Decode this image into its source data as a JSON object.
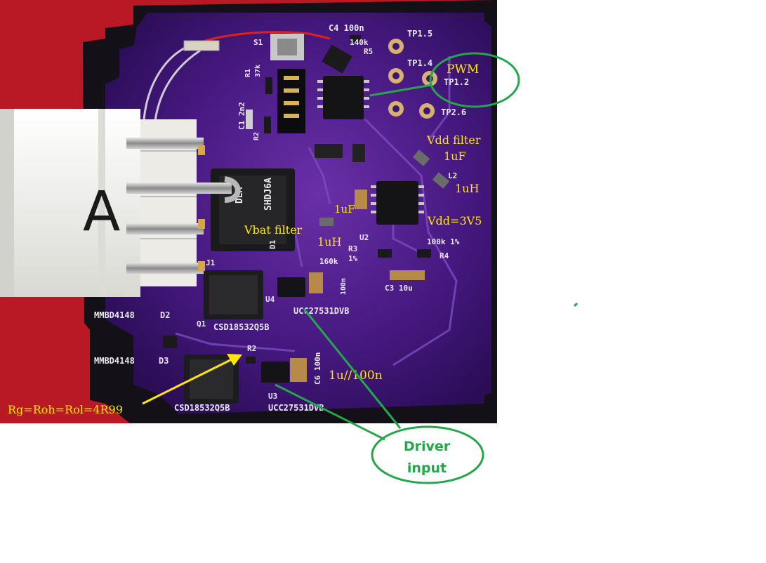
{
  "photo": {
    "connector_marking": "A",
    "silkscreen": {
      "c4": "C4 100n",
      "r_140k": "140k",
      "r5": "R5",
      "s1": "S1",
      "r1": "R1",
      "r1_val": "37k",
      "c1": "C1 2n2",
      "r2": "R2",
      "tp15": "TP1.5",
      "tp14": "TP1.4",
      "tp12": "TP1.2",
      "tp26": "TP2.6",
      "l2": "L2",
      "u2": "U2",
      "r3": "R3",
      "r3_pct": "1%",
      "r_100k": "100k 1%",
      "r4": "R4",
      "r_160k": "160k",
      "c3": "C3 10u",
      "d1": "D1",
      "j1": "J1",
      "q1": "Q1",
      "q1_part": "CSD18532Q5B",
      "u4": "U4",
      "u4_part": "UCC27531DVB",
      "c5": "100n",
      "d2": "D2",
      "d2_part": "MMBD4148",
      "d3": "D3",
      "d3_part": "MMBD4148",
      "r_lower": "R2",
      "c6": "C6 100n",
      "u3": "U3",
      "u3_part": "UCC27531DVB",
      "q2_part": "CSD18532Q5B",
      "inductor_marking": "DEM",
      "inductor_marking2": "SHDJ6A"
    }
  },
  "annotations": {
    "pwm": "PWM",
    "vdd_filter_1": "Vdd filter",
    "vdd_filter_2": "1uF",
    "l_1uh_top": "1uH",
    "cap_1uf": "1uF",
    "vdd_3v5": "Vdd=3V5",
    "vbat_filter": "Vbat filter",
    "l_1uh_bottom": "1uH",
    "c_1u_100n": "1u//100n",
    "rg": "Rg=Roh=Rol=4R99",
    "driver_input_1": "Driver",
    "driver_input_2": "input"
  },
  "colors": {
    "background_red": "#c8202a",
    "pcb_purple": "#3a1670",
    "pcb_purple_light": "#5a2a95",
    "connector_white": "#f2f2ee",
    "annotation_yellow": "#ffe600",
    "annotation_green": "#22a84a"
  }
}
